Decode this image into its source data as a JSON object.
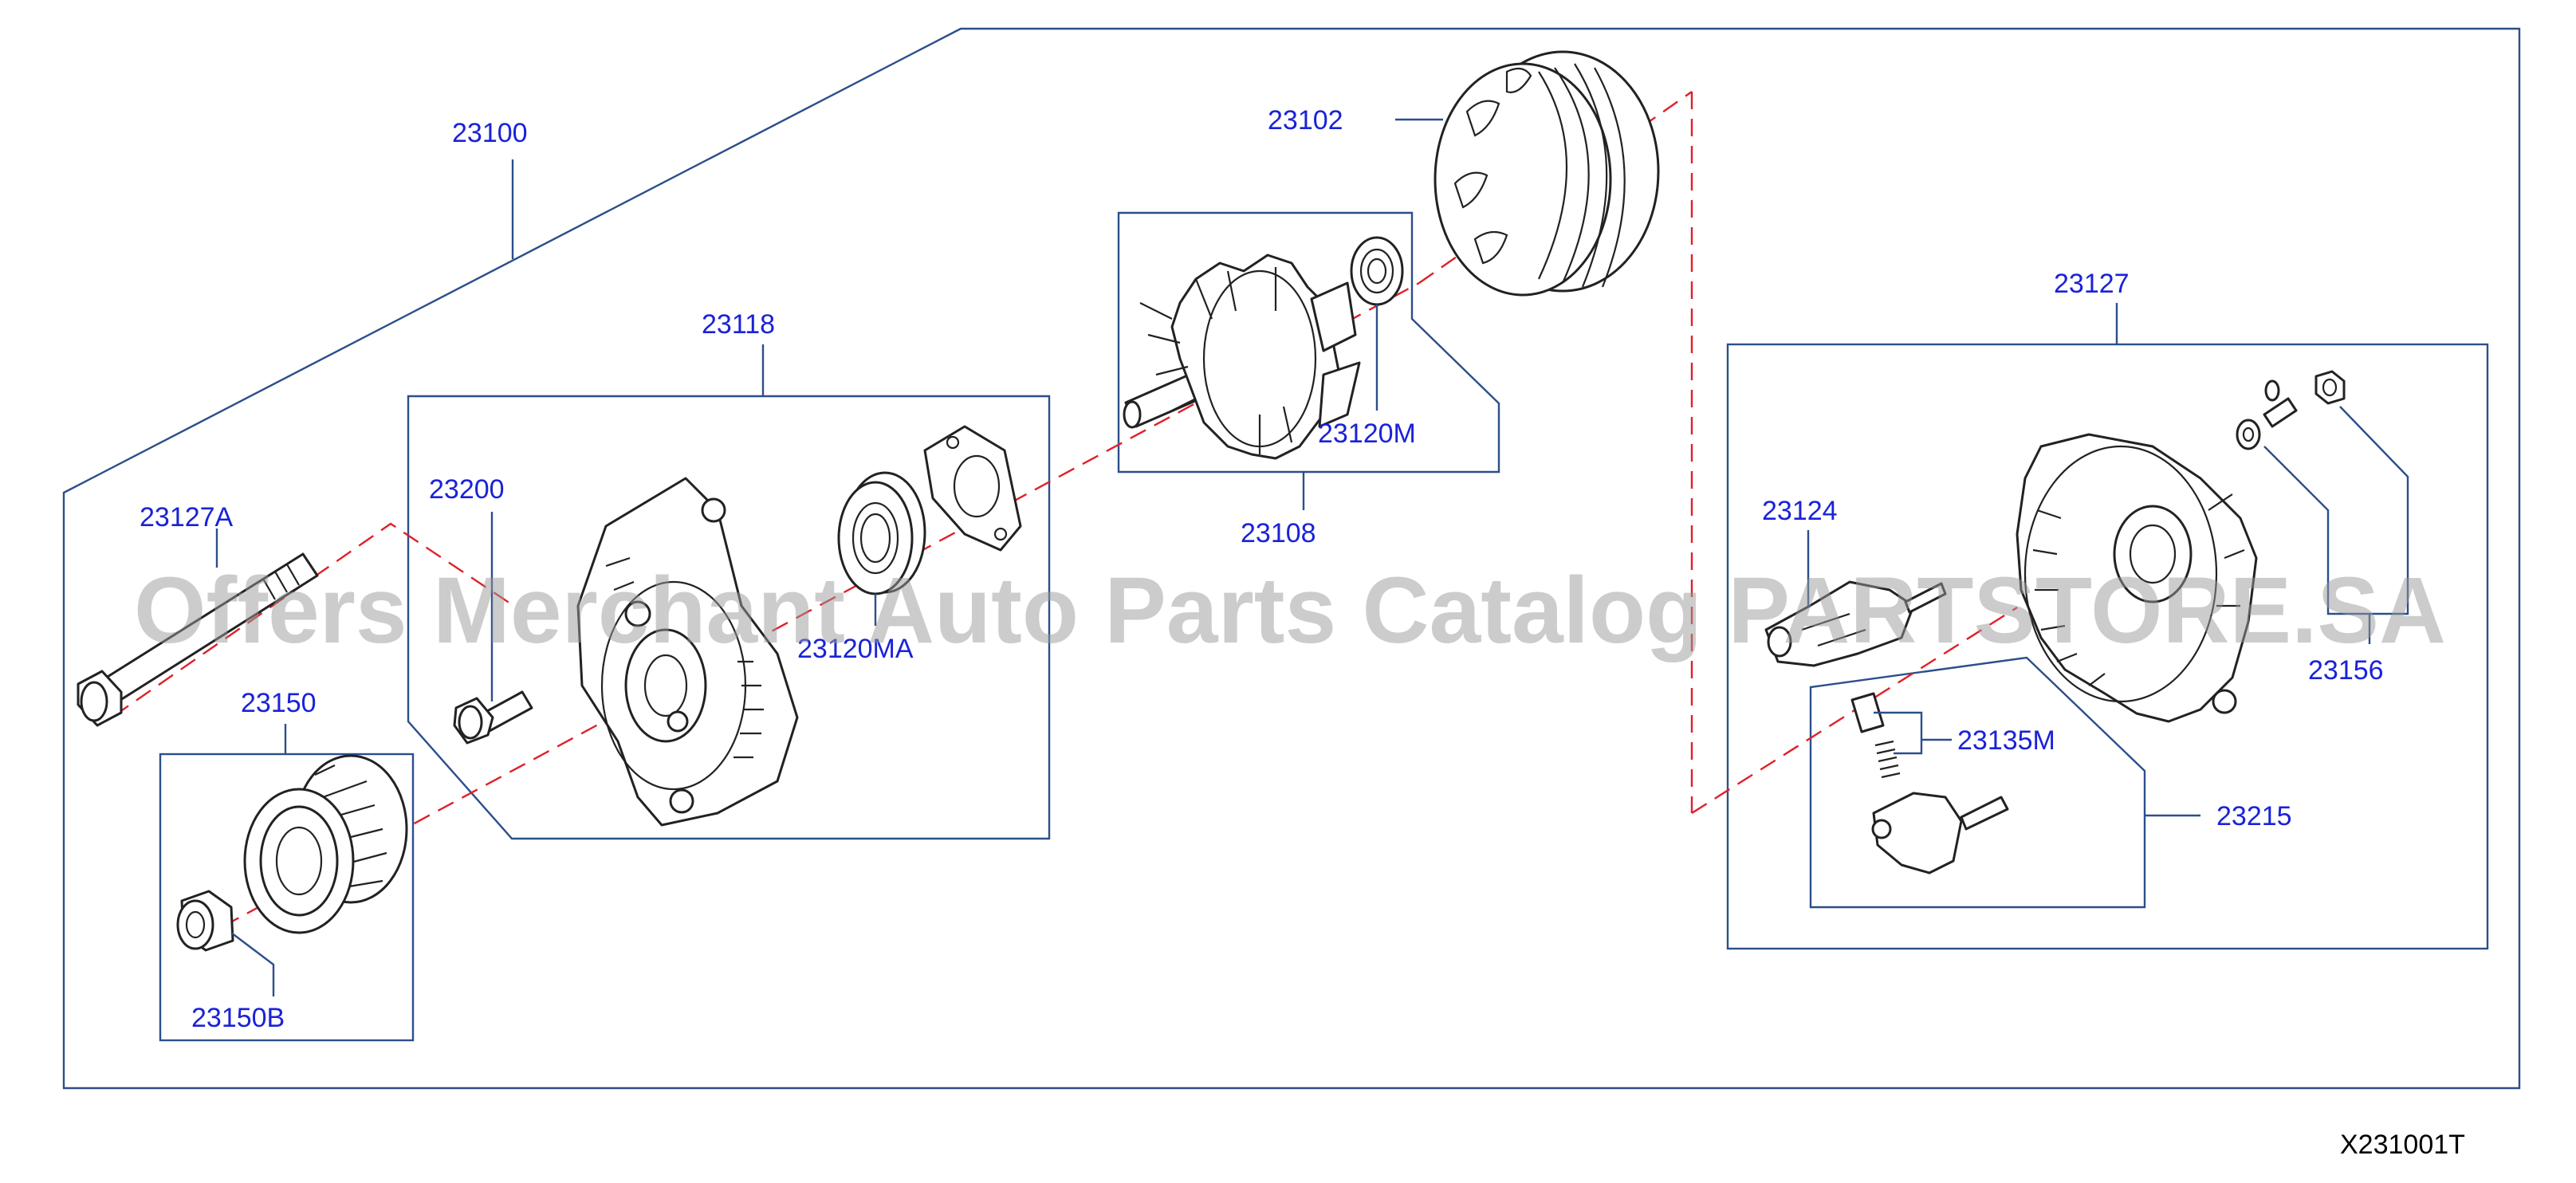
{
  "watermark": "Offers Merchant Auto Parts Catalog PARTSTORE.SA",
  "diagram_code": "X231001T",
  "parts": {
    "p23100": "23100",
    "p23118": "23118",
    "p23102": "23102",
    "p23108": "23108",
    "p23120M": "23120M",
    "p23120MA": "23120MA",
    "p23200": "23200",
    "p23127A": "23127A",
    "p23150": "23150",
    "p23150B": "23150B",
    "p23127": "23127",
    "p23124": "23124",
    "p23135M": "23135M",
    "p23215": "23215",
    "p23156": "23156"
  }
}
